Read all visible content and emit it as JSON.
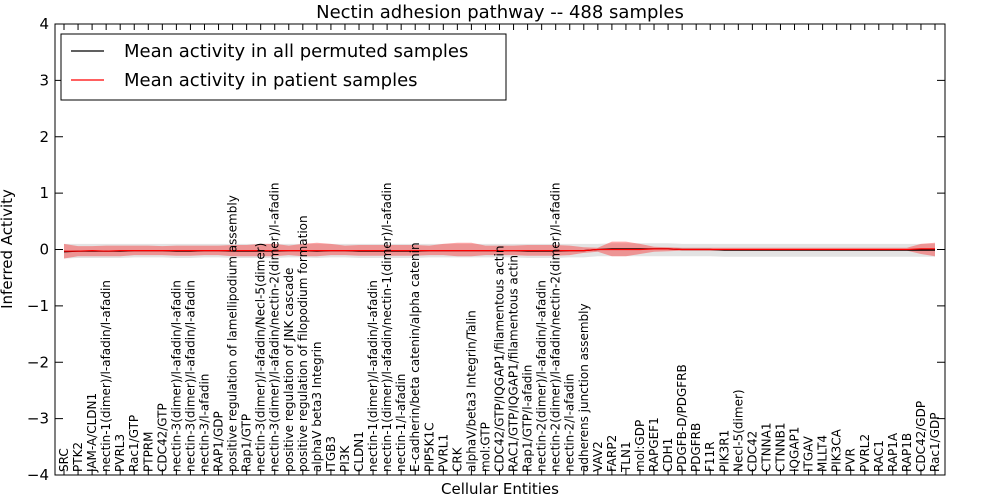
{
  "chart_data": {
    "type": "line",
    "title": "Nectin adhesion pathway -- 488 samples",
    "xlabel": "Cellular Entities",
    "ylabel": "Inferred Activity",
    "ylim": [
      -4,
      4
    ],
    "yticks": [
      "−4",
      "−3",
      "−2",
      "−1",
      "0",
      "1",
      "2",
      "3",
      "4"
    ],
    "grid": false,
    "legend_position": "top-left",
    "categories": [
      "SRC",
      "PTK2",
      "JAM-A/CLDN1",
      "nectin-1(dimer)/l-afadin/l-afadin",
      "PVRL3",
      "Rac1/GTP",
      "PTPRM",
      "CDC42/GTP",
      "nectin-3(dimer)/l-afadin/l-afadin",
      "nectin-3(dimer)/l-afadin/l-afadin",
      "nectin-3/l-afadin",
      "RAP1/GDP",
      "positive regulation of lamellipodium assembly",
      "Rap1/GTP",
      "nectin-3(dimer)/l-afadin/Necl-5(dimer)",
      "nectin-3(dimer)/l-afadin/nectin-2(dimer)/l-afadin",
      "positive regulation of JNK cascade",
      "positive regulation of filopodium formation",
      "alphaV beta3 Integrin",
      "ITGB3",
      "PI3K",
      "CLDN1",
      "nectin-1(dimer)/l-afadin/l-afadin",
      "nectin-1(dimer)/l-afadin/nectin-1(dimer)/l-afadin",
      "nectin-1/l-afadin",
      "E-cadherin/beta catenin/alpha catenin",
      "PIP5K1C",
      "PVRL1",
      "CRK",
      "alphaV/beta3 Integrin/Talin",
      "mol:GTP",
      "CDC42/GTP/IQGAP1/filamentous actin",
      "RAC1/GTP/IQGAP1/filamentous actin",
      "Rap1/GTP/l-afadin",
      "nectin-2(dimer)/l-afadin/l-afadin",
      "nectin-2(dimer)/l-afadin/nectin-2(dimer)/l-afadin",
      "nectin-2/l-afadin",
      "adherens junction assembly",
      "VAV2",
      "FARP2",
      "TLN1",
      "mol:GDP",
      "RAPGEF1",
      "CDH1",
      "PDGFB-D/PDGFRB",
      "PDGFRB",
      "F11R",
      "PIK3R1",
      "Necl-5(dimer)",
      "CDC42",
      "CTNNA1",
      "CTNNB1",
      "IQGAP1",
      "ITGAV",
      "MLLT4",
      "PIK3CA",
      "PVR",
      "PVRL2",
      "RAC1",
      "RAP1A",
      "RAP1B",
      "CDC42/GDP",
      "Rac1/GDP"
    ],
    "series": [
      {
        "name": "Mean activity in all permuted samples",
        "color": "#000000",
        "values": [
          -0.04,
          -0.03,
          -0.03,
          -0.03,
          -0.03,
          -0.02,
          -0.02,
          -0.02,
          -0.03,
          -0.03,
          -0.02,
          -0.02,
          -0.03,
          -0.03,
          -0.03,
          -0.03,
          -0.02,
          -0.02,
          -0.03,
          -0.02,
          -0.02,
          -0.03,
          -0.03,
          -0.03,
          -0.03,
          -0.03,
          -0.02,
          -0.02,
          -0.02,
          -0.02,
          -0.02,
          -0.02,
          -0.02,
          -0.03,
          -0.03,
          -0.03,
          -0.02,
          -0.02,
          0.0,
          0.01,
          0.01,
          0.01,
          0.01,
          0.01,
          0.0,
          0.0,
          0.0,
          -0.01,
          -0.01,
          -0.01,
          -0.01,
          -0.01,
          -0.01,
          -0.01,
          -0.01,
          -0.01,
          -0.01,
          -0.01,
          -0.01,
          -0.01,
          -0.01,
          -0.01,
          -0.01
        ],
        "band_low": [
          -0.16,
          -0.15,
          -0.15,
          -0.15,
          -0.15,
          -0.14,
          -0.14,
          -0.14,
          -0.15,
          -0.15,
          -0.14,
          -0.14,
          -0.15,
          -0.15,
          -0.15,
          -0.15,
          -0.14,
          -0.14,
          -0.15,
          -0.14,
          -0.14,
          -0.15,
          -0.15,
          -0.15,
          -0.15,
          -0.15,
          -0.14,
          -0.14,
          -0.14,
          -0.14,
          -0.14,
          -0.14,
          -0.14,
          -0.15,
          -0.15,
          -0.15,
          -0.14,
          -0.14,
          -0.12,
          -0.12,
          -0.12,
          -0.12,
          -0.12,
          -0.12,
          -0.12,
          -0.12,
          -0.12,
          -0.13,
          -0.13,
          -0.13,
          -0.13,
          -0.13,
          -0.13,
          -0.13,
          -0.13,
          -0.13,
          -0.13,
          -0.13,
          -0.13,
          -0.13,
          -0.13,
          -0.13,
          -0.13
        ],
        "band_high": [
          0.1,
          0.1,
          0.1,
          0.1,
          0.1,
          0.1,
          0.1,
          0.1,
          0.1,
          0.1,
          0.1,
          0.1,
          0.1,
          0.1,
          0.1,
          0.1,
          0.1,
          0.1,
          0.1,
          0.1,
          0.1,
          0.1,
          0.1,
          0.1,
          0.1,
          0.1,
          0.1,
          0.1,
          0.1,
          0.1,
          0.1,
          0.1,
          0.1,
          0.1,
          0.1,
          0.1,
          0.1,
          0.1,
          0.1,
          0.11,
          0.11,
          0.11,
          0.11,
          0.11,
          0.1,
          0.1,
          0.1,
          0.1,
          0.1,
          0.1,
          0.1,
          0.1,
          0.1,
          0.1,
          0.1,
          0.1,
          0.1,
          0.1,
          0.1,
          0.1,
          0.1,
          0.1,
          0.1
        ]
      },
      {
        "name": "Mean activity in patient samples",
        "color": "#ff0000",
        "values": [
          -0.03,
          -0.03,
          -0.02,
          -0.03,
          -0.02,
          -0.02,
          -0.02,
          -0.02,
          -0.02,
          -0.02,
          -0.02,
          -0.02,
          -0.02,
          -0.02,
          -0.02,
          -0.02,
          -0.02,
          -0.02,
          -0.02,
          -0.02,
          -0.02,
          -0.02,
          -0.02,
          -0.02,
          -0.02,
          -0.02,
          -0.02,
          -0.02,
          -0.02,
          -0.02,
          -0.02,
          -0.02,
          -0.02,
          -0.02,
          -0.02,
          -0.02,
          -0.02,
          -0.02,
          0.0,
          0.0,
          0.0,
          0.0,
          0.01,
          0.01,
          0.0,
          0.0,
          0.0,
          0.0,
          0.0,
          0.0,
          0.0,
          0.0,
          0.0,
          0.0,
          0.0,
          0.0,
          0.0,
          0.0,
          0.0,
          0.0,
          0.0,
          0.01,
          0.01
        ],
        "band_low": [
          -0.16,
          -0.12,
          -0.12,
          -0.12,
          -0.12,
          -0.1,
          -0.1,
          -0.1,
          -0.11,
          -0.11,
          -0.1,
          -0.1,
          -0.12,
          -0.12,
          -0.12,
          -0.12,
          -0.1,
          -0.12,
          -0.12,
          -0.1,
          -0.1,
          -0.11,
          -0.11,
          -0.11,
          -0.11,
          -0.11,
          -0.1,
          -0.1,
          -0.12,
          -0.12,
          -0.1,
          -0.1,
          -0.1,
          -0.11,
          -0.11,
          -0.11,
          -0.1,
          -0.06,
          -0.04,
          -0.12,
          -0.12,
          -0.08,
          -0.04,
          -0.03,
          -0.02,
          -0.02,
          -0.02,
          -0.02,
          -0.02,
          -0.02,
          -0.02,
          -0.02,
          -0.02,
          -0.02,
          -0.02,
          -0.02,
          -0.02,
          -0.02,
          -0.02,
          -0.02,
          -0.02,
          -0.08,
          -0.12
        ],
        "band_high": [
          0.1,
          0.06,
          0.06,
          0.07,
          0.07,
          0.07,
          0.07,
          0.06,
          0.07,
          0.07,
          0.07,
          0.07,
          0.08,
          0.08,
          0.1,
          0.1,
          0.07,
          0.1,
          0.12,
          0.1,
          0.07,
          0.08,
          0.08,
          0.08,
          0.08,
          0.08,
          0.07,
          0.1,
          0.12,
          0.12,
          0.07,
          0.07,
          0.07,
          0.08,
          0.08,
          0.08,
          0.07,
          0.04,
          0.03,
          0.14,
          0.14,
          0.1,
          0.05,
          0.04,
          0.03,
          0.03,
          0.03,
          0.03,
          0.03,
          0.03,
          0.03,
          0.03,
          0.03,
          0.03,
          0.03,
          0.03,
          0.03,
          0.03,
          0.03,
          0.03,
          0.03,
          0.1,
          0.12
        ]
      }
    ]
  }
}
